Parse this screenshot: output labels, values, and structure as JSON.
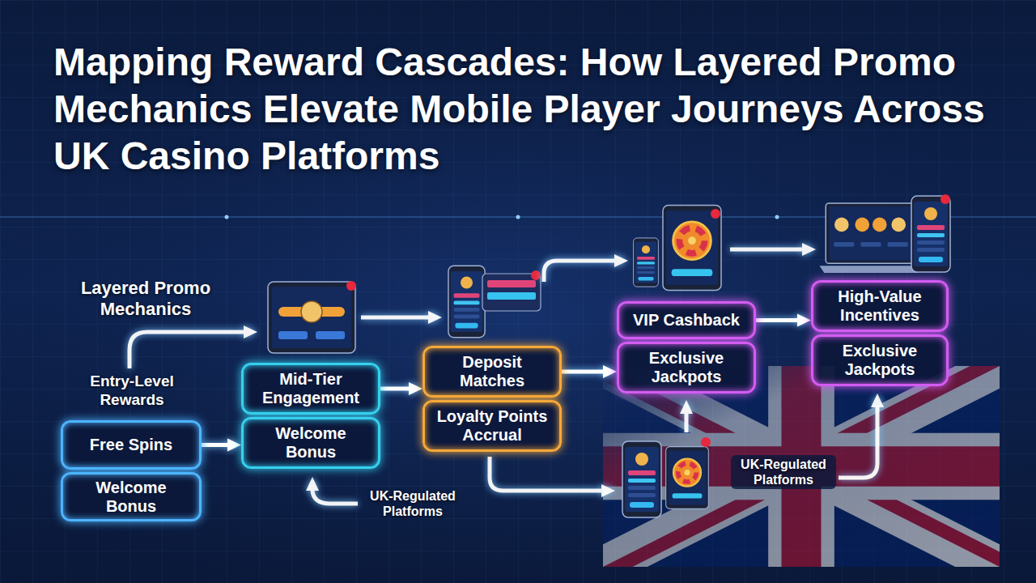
{
  "diagram": {
    "title": "Mapping Reward Cascades: How Layered Promo Mechanics Elevate Mobile Player Journeys Across UK Casino Platforms",
    "nodes": [
      {
        "text": [
          "Free Spins"
        ]
      },
      {
        "text": [
          "Welcome Bonus"
        ]
      },
      {
        "text": [
          "Mid-Tier Engagement"
        ]
      },
      {
        "text": [
          "Welcome Bonus"
        ]
      },
      {
        "text": [
          "Deposit Matches"
        ]
      },
      {
        "text": [
          "Loyalty Points Accrual"
        ]
      },
      {
        "text": [
          "VIP Cashback"
        ]
      },
      {
        "text": [
          "Exclusive Jackpots"
        ]
      },
      {
        "text": [
          "High-Value Incentives"
        ]
      },
      {
        "text": [
          "Exclusive Jackpots"
        ]
      }
    ],
    "edges": [
      {
        "from": 0,
        "to": 3,
        "arrow": "to"
      },
      {
        "from": 2,
        "to": 4,
        "arrow": "to"
      },
      {
        "from": 4,
        "to": 7,
        "arrow": "to"
      },
      {
        "from": 6,
        "to": 8,
        "arrow": "to"
      }
    ],
    "labels": [
      "Layered Promo Mechanics",
      "Entry-Level Rewards",
      "UK-Regulated Platforms",
      "UK-Regulated Platforms"
    ]
  }
}
